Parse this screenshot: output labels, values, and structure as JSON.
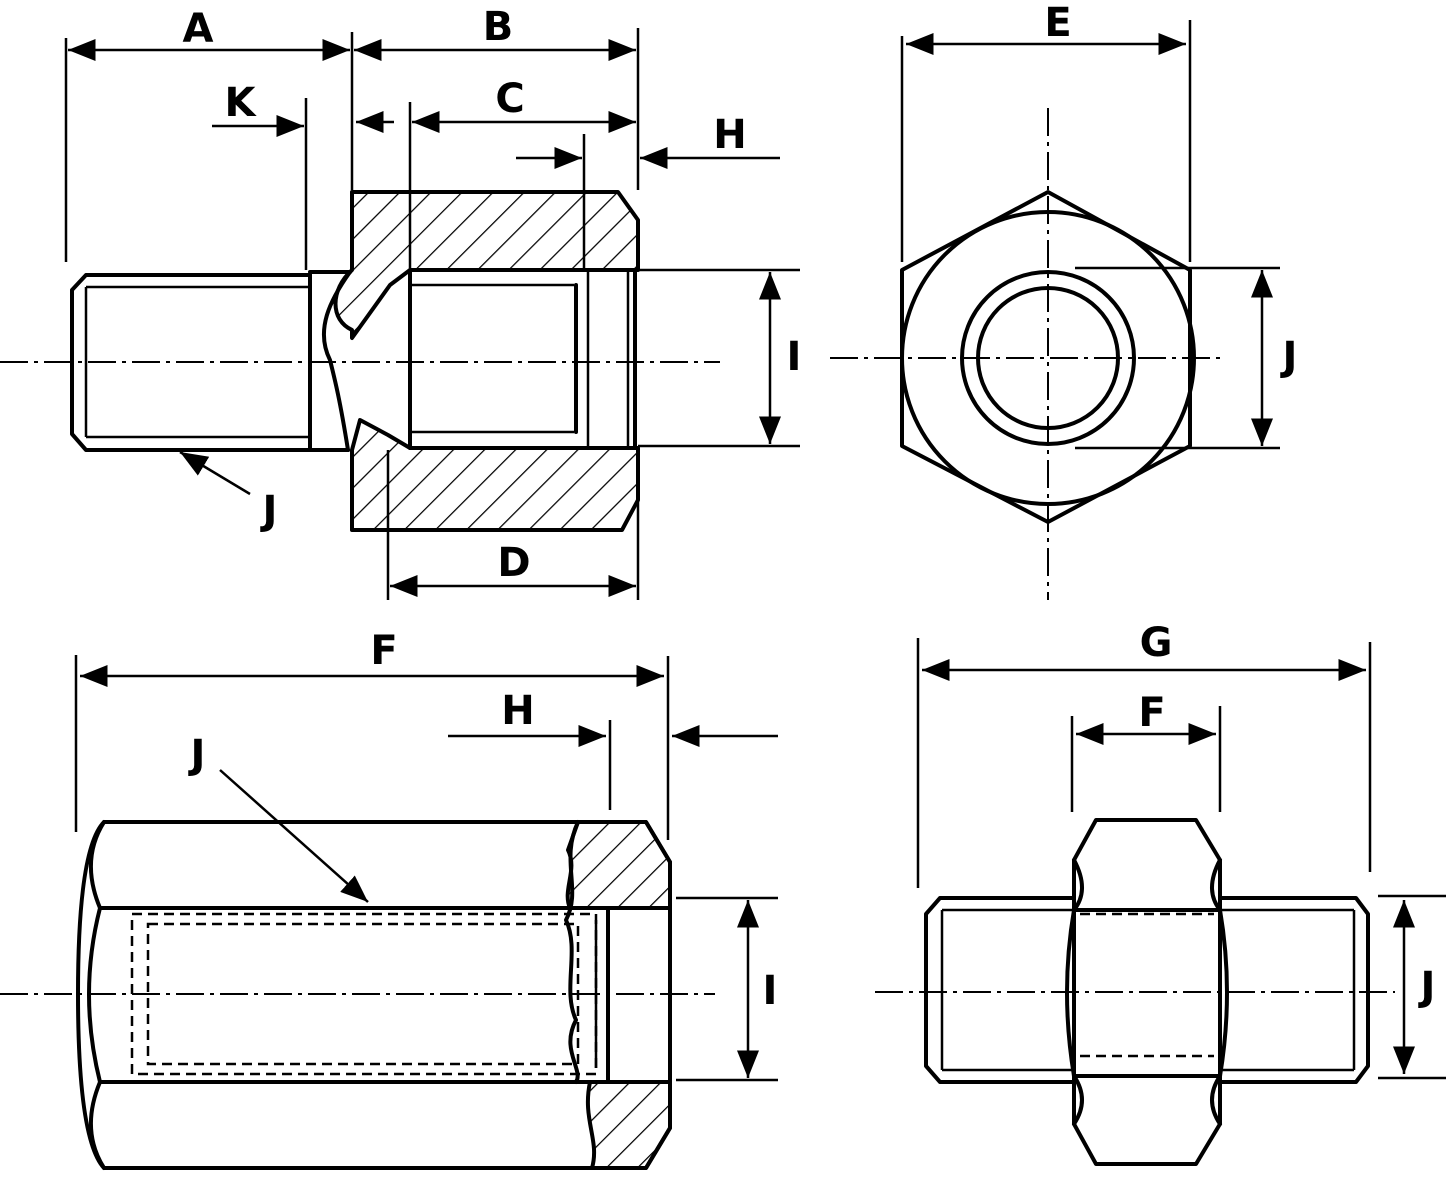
{
  "views": {
    "fitting_section": {
      "labels": {
        "a": "A",
        "b": "B",
        "c": "C",
        "d": "D",
        "h": "H",
        "i": "I",
        "j": "J",
        "k": "K"
      }
    },
    "hex_end_view": {
      "labels": {
        "e": "E",
        "j": "J"
      }
    },
    "coupling_section": {
      "labels": {
        "f": "F",
        "h": "H",
        "i": "I",
        "j": "J"
      }
    },
    "nipple_view": {
      "labels": {
        "g": "G",
        "f": "F",
        "j": "J"
      }
    }
  }
}
